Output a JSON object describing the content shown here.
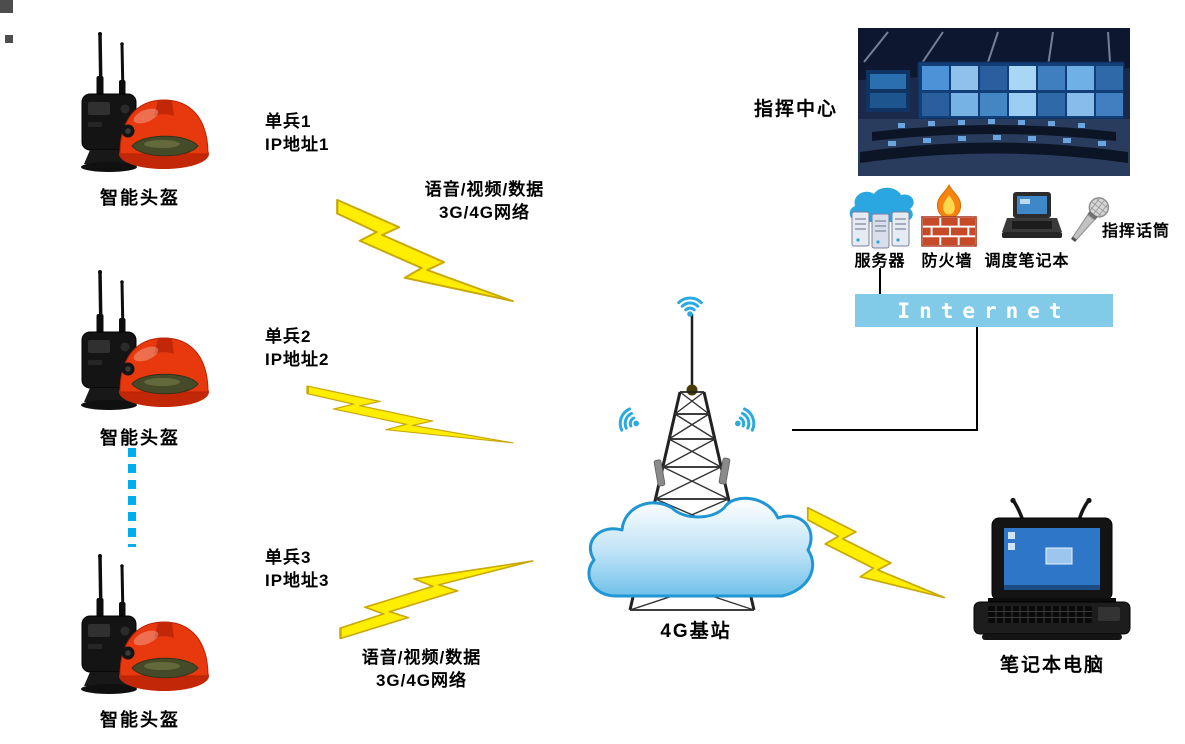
{
  "colors": {
    "bolt_fill": "#ffee00",
    "bolt_stroke": "#c9a80a",
    "internet_bar_bg": "#82cbe8",
    "wifi_blue": "#29abe2",
    "dotted_line_blue": "#00aeef",
    "helmet_red": "#e8380d",
    "cloud_blue": "#2196d4"
  },
  "helmets": [
    {
      "label": "智能头盔"
    },
    {
      "label": "智能头盔"
    },
    {
      "label": "智能头盔"
    }
  ],
  "soldiers": [
    {
      "name": "单兵1",
      "ip": "IP地址1"
    },
    {
      "name": "单兵2",
      "ip": "IP地址2"
    },
    {
      "name": "单兵3",
      "ip": "IP地址3"
    }
  ],
  "wireless_labels": [
    {
      "line1": "语音/视频/数据",
      "line2": "3G/4G网络"
    },
    {
      "line1": "语音/视频/数据",
      "line2": "3G/4G网络"
    }
  ],
  "base_station": {
    "label": "4G基站"
  },
  "command_center": {
    "label": "指挥中心"
  },
  "devices": {
    "server": {
      "label": "服务器"
    },
    "firewall": {
      "label": "防火墙"
    },
    "dispatch_laptop": {
      "label": "调度笔记本"
    },
    "microphone": {
      "label": "指挥话筒"
    }
  },
  "internet": {
    "label": "Internet"
  },
  "field_laptop": {
    "label": "笔记本电脑"
  }
}
